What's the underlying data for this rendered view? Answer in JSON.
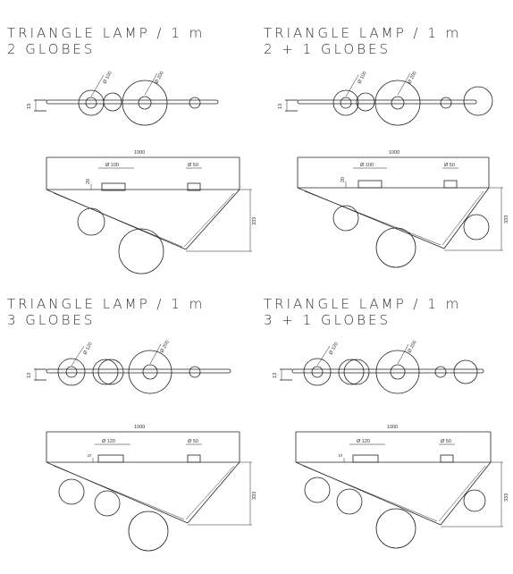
{
  "panels": [
    {
      "title": "TRIANGLE LAMP / 1 m",
      "subtitle": "2 GLOBES",
      "top": {
        "height_label": "13",
        "d1": "Ø 100",
        "d2": "Ø 200"
      },
      "front": {
        "width_label": "1000",
        "d1": "Ø 100",
        "d2": "Ø 50",
        "offset_label": "20",
        "height_label": "333"
      }
    },
    {
      "title": "TRIANGLE LAMP / 1 m",
      "subtitle": "2 + 1 GLOBES",
      "top": {
        "height_label": "13",
        "d1": "Ø 100",
        "d2": "Ø 200"
      },
      "front": {
        "width_label": "1000",
        "d1": "Ø 100",
        "d2": "Ø 50",
        "offset_label": "20",
        "height_label": "333"
      }
    },
    {
      "title": "TRIANGLE LAMP / 1 m",
      "subtitle": "3 GLOBES",
      "top": {
        "height_label": "13",
        "d1": "Ø 120",
        "d2": "Ø 200"
      },
      "front": {
        "width_label": "1000",
        "d1": "Ø 120",
        "d2": "Ø 50",
        "offset_label": "5",
        "height_label": "333"
      }
    },
    {
      "title": "TRIANGLE LAMP / 1 m",
      "subtitle": "3 + 1 GLOBES",
      "top": {
        "height_label": "13",
        "d1": "Ø 120",
        "d2": "Ø 200"
      },
      "front": {
        "width_label": "1000",
        "d1": "Ø 120",
        "d2": "Ø 50",
        "offset_label": "5",
        "height_label": "333"
      }
    }
  ]
}
